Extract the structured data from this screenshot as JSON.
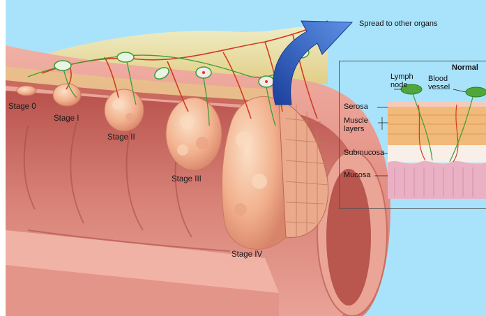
{
  "labels": {
    "stage_0": "Stage 0",
    "stage_1": "Stage I",
    "stage_2": "Stage II",
    "stage_3": "Stage III",
    "stage_4": "Stage IV",
    "spread": "Spread to other organs"
  },
  "inset": {
    "title": "Normal",
    "lymph_node": "Lymph node",
    "blood_vessel": "Blood vessel",
    "serosa": "Serosa",
    "muscle_layers": "Muscle layers",
    "submucosa": "Submucosa",
    "mucosa": "Mucosa"
  },
  "colors": {
    "background": "#a9e3fb",
    "tissue": "#e9998f",
    "lumen": "#c9645c",
    "tumor": "#f4b99a",
    "fat": "#f3dc8c",
    "arrow": "#2a5fc4",
    "lymph": "#2e9a2e",
    "vessel": "#d43a1d"
  }
}
